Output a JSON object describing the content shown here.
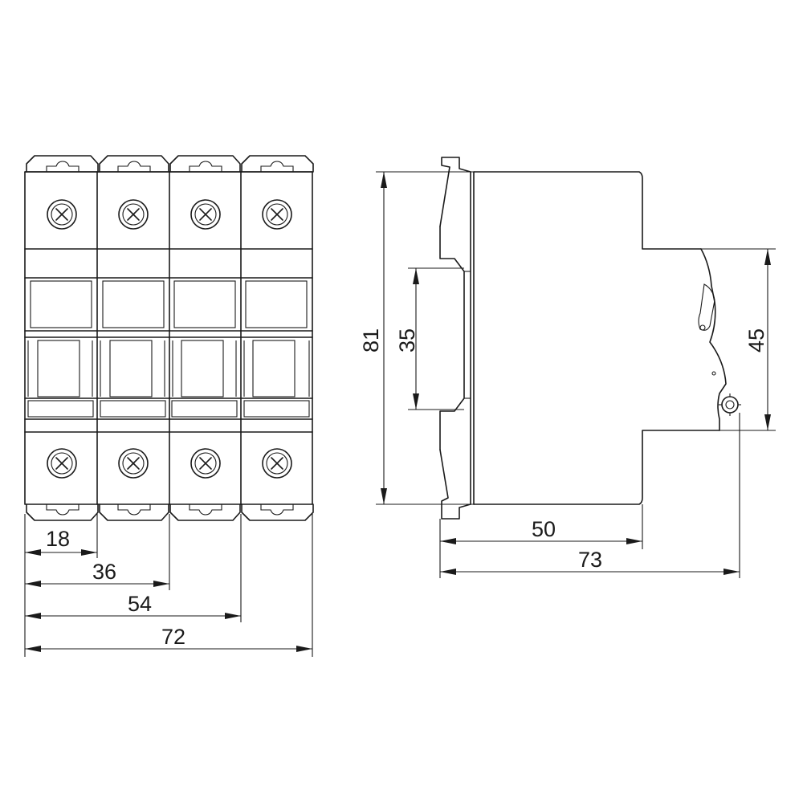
{
  "front_view": {
    "pole_count": 4,
    "dimensions": [
      "18",
      "36",
      "54",
      "72"
    ]
  },
  "side_view": {
    "height": "81",
    "din_rail": "35",
    "front_height": "45",
    "body_depth": "50",
    "total_depth": "73"
  },
  "icons": {
    "terminal_screw": "screw-cross-icon",
    "rail_clip": "din-clip-icon",
    "seal_ring": "seal-ring-icon"
  },
  "colors": {
    "line": "#1a1a1a",
    "background": "#ffffff"
  }
}
